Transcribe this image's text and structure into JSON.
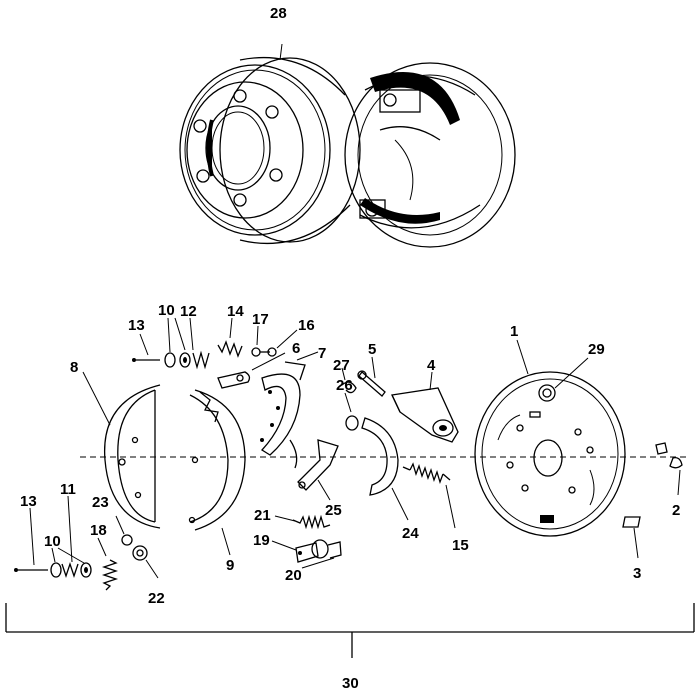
{
  "callouts": {
    "c1": "1",
    "c2": "2",
    "c3": "3",
    "c4": "4",
    "c5": "5",
    "c6": "6",
    "c7": "7",
    "c8": "8",
    "c9": "9",
    "c10a": "10",
    "c10b": "10",
    "c11": "11",
    "c12": "12",
    "c13a": "13",
    "c13b": "13",
    "c14": "14",
    "c15": "15",
    "c16": "16",
    "c17": "17",
    "c18": "18",
    "c19": "19",
    "c20": "20",
    "c21": "21",
    "c22": "22",
    "c23": "23",
    "c24": "24",
    "c25": "25",
    "c26": "26",
    "c27": "27",
    "c28": "28",
    "c29": "29",
    "c30": "30"
  }
}
